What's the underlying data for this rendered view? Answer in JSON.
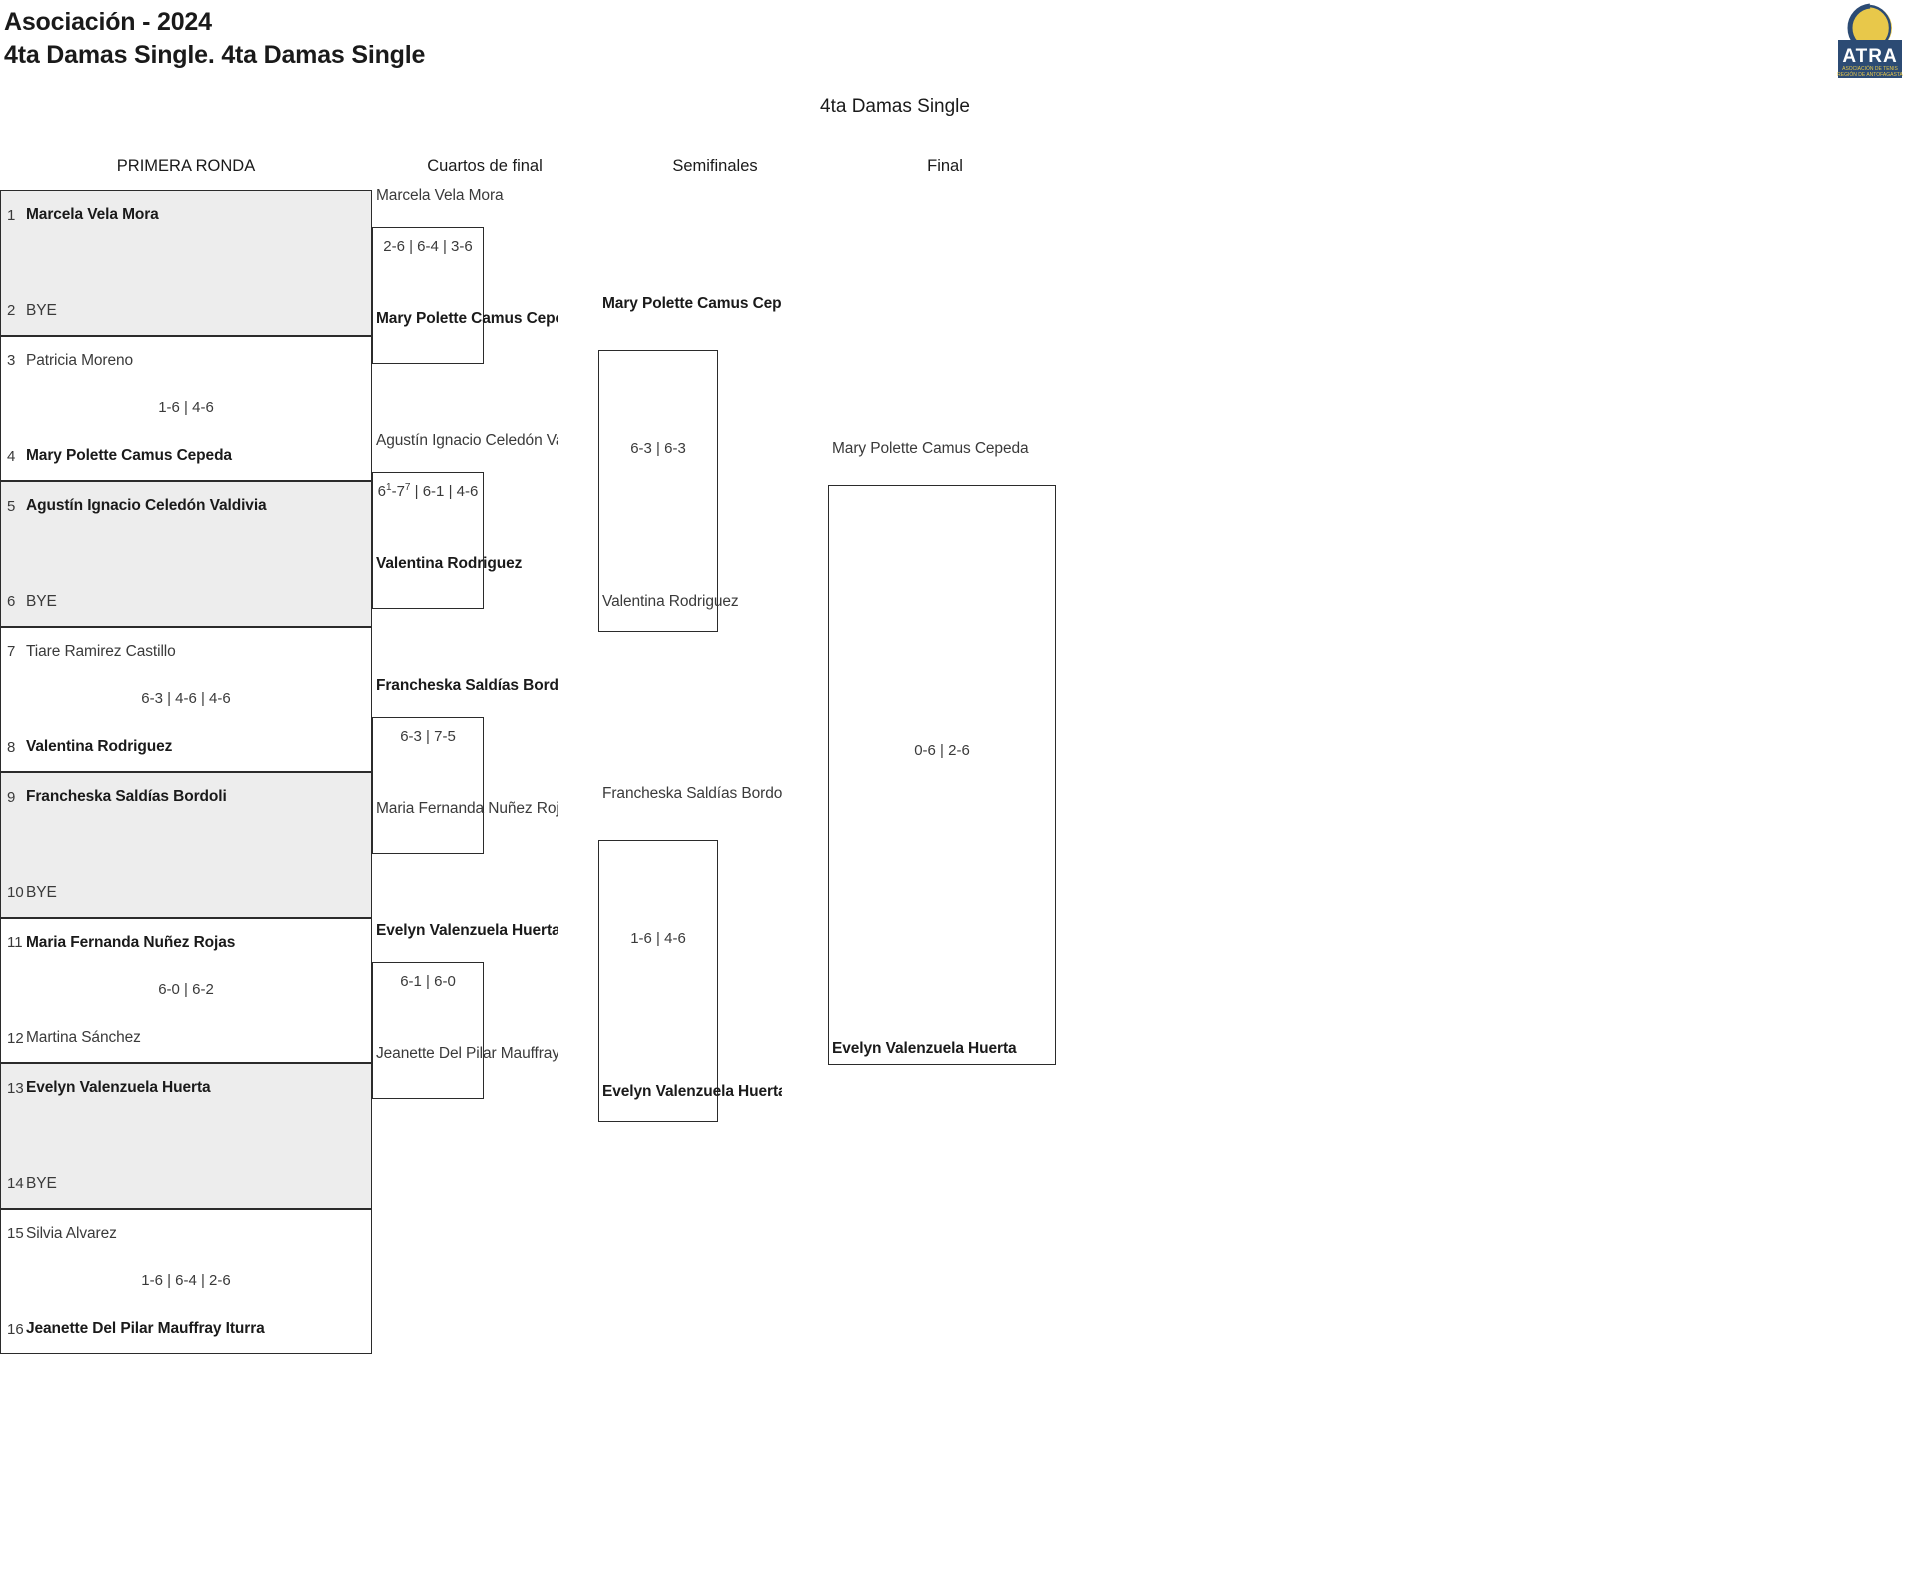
{
  "header": {
    "title_line1": "Asociación - 2024",
    "title_line2": "4ta Damas Single. 4ta Damas Single",
    "logo_name": "atra-logo",
    "logo_text_main": "ATRA",
    "logo_text_sub1": "ASOCIACIÓN DE TENIS",
    "logo_text_sub2": "REGIÓN DE ANTOFAGASTA"
  },
  "draw": {
    "caption": "4ta Damas Single",
    "rounds": [
      {
        "label": "PRIMERA RONDA"
      },
      {
        "label": "Cuartos de final"
      },
      {
        "label": "Semifinales"
      },
      {
        "label": "Final"
      }
    ]
  },
  "colors": {
    "shaded_row": "#ededed",
    "border": "#2b2b2b",
    "text": "#3a3a3a",
    "winner_text": "#1a1a1a"
  },
  "round1": {
    "matches": [
      {
        "shaded": true,
        "top": {
          "seed": "1",
          "name": "Marcela Vela Mora",
          "winner": true
        },
        "bottom": {
          "seed": "2",
          "name": "BYE",
          "winner": false
        },
        "score": ""
      },
      {
        "shaded": false,
        "top": {
          "seed": "3",
          "name": "Patricia Moreno",
          "winner": false
        },
        "bottom": {
          "seed": "4",
          "name": "Mary Polette Camus Cepeda",
          "winner": true
        },
        "score": "1-6 | 4-6"
      },
      {
        "shaded": true,
        "top": {
          "seed": "5",
          "name": "Agustín Ignacio Celedón Valdivia",
          "winner": true
        },
        "bottom": {
          "seed": "6",
          "name": "BYE",
          "winner": false
        },
        "score": ""
      },
      {
        "shaded": false,
        "top": {
          "seed": "7",
          "name": "Tiare Ramirez Castillo",
          "winner": false
        },
        "bottom": {
          "seed": "8",
          "name": "Valentina Rodriguez",
          "winner": true
        },
        "score": "6-3 | 4-6 | 4-6"
      },
      {
        "shaded": true,
        "top": {
          "seed": "9",
          "name": "Francheska Saldías Bordoli",
          "winner": true
        },
        "bottom": {
          "seed": "10",
          "name": "BYE",
          "winner": false
        },
        "score": ""
      },
      {
        "shaded": false,
        "top": {
          "seed": "11",
          "name": "Maria Fernanda Nuñez Rojas",
          "winner": true
        },
        "bottom": {
          "seed": "12",
          "name": "Martina Sánchez",
          "winner": false
        },
        "score": "6-0 | 6-2"
      },
      {
        "shaded": true,
        "top": {
          "seed": "13",
          "name": "Evelyn Valenzuela Huerta",
          "winner": true
        },
        "bottom": {
          "seed": "14",
          "name": "BYE",
          "winner": false
        },
        "score": ""
      },
      {
        "shaded": false,
        "top": {
          "seed": "15",
          "name": "Silvia Alvarez",
          "winner": false
        },
        "bottom": {
          "seed": "16",
          "name": "Jeanette Del Pilar Mauffray Iturra",
          "winner": true
        },
        "score": "1-6 | 6-4 | 2-6"
      }
    ]
  },
  "quarterfinals": {
    "matches": [
      {
        "top": {
          "name": "Marcela Vela Mora",
          "winner": false
        },
        "bottom": {
          "name": "Mary Polette Camus Cepeda",
          "winner": true
        },
        "score": "2-6 | 6-4 | 3-6",
        "score_parts": [
          {
            "a": "2-6"
          },
          {
            "a": "6-4"
          },
          {
            "a": "3-6"
          }
        ]
      },
      {
        "top": {
          "name": "Agustín Ignacio Celedón Vald",
          "winner": false
        },
        "bottom": {
          "name": "Valentina Rodriguez",
          "winner": true
        },
        "score": "6¹-7⁷ | 6-1 | 4-6",
        "has_tiebreak": true,
        "score_html": "6<sup>1</sup>-7<sup>7</sup> | 6-1 | 4-6"
      },
      {
        "top": {
          "name": "Francheska Saldías Bordoli",
          "winner": true
        },
        "bottom": {
          "name": "Maria Fernanda Nuñez Rojas",
          "winner": false
        },
        "score": "6-3 | 7-5"
      },
      {
        "top": {
          "name": "Evelyn Valenzuela Huerta",
          "winner": true
        },
        "bottom": {
          "name": "Jeanette Del Pilar Mauffray It",
          "winner": false
        },
        "score": "6-1 | 6-0"
      }
    ]
  },
  "semifinals": {
    "matches": [
      {
        "top": {
          "name": "Mary Polette Camus Cepeda",
          "winner": true
        },
        "bottom": {
          "name": "Valentina Rodriguez",
          "winner": false
        },
        "score": "6-3 | 6-3"
      },
      {
        "top": {
          "name": "Francheska Saldías Bordoli",
          "winner": false
        },
        "bottom": {
          "name": "Evelyn Valenzuela Huerta",
          "winner": true
        },
        "score": "1-6 | 4-6"
      }
    ]
  },
  "final": {
    "matches": [
      {
        "top": {
          "name": "Mary Polette Camus Cepeda",
          "winner": false
        },
        "bottom": {
          "name": "Evelyn Valenzuela Huerta",
          "winner": true
        },
        "score": "0-6 | 2-6"
      }
    ]
  }
}
